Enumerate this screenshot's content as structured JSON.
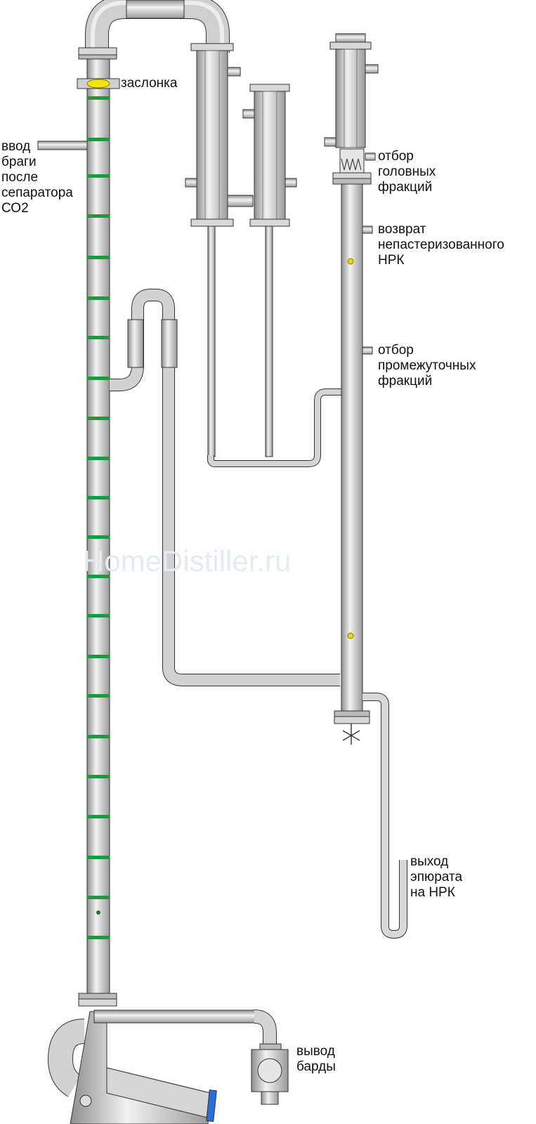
{
  "labels": {
    "damper": "заслонка",
    "mash_input": [
      "ввод",
      "браги",
      "после",
      "сепаратора",
      "СО2"
    ],
    "heads_takeoff": [
      "отбор",
      "головных",
      "фракций"
    ],
    "unpasteurized_return": [
      "возврат",
      "непастеризованного",
      "НРК"
    ],
    "intermediate_takeoff": [
      "отбор",
      "промежуточных",
      "фракций"
    ],
    "epurate_output": [
      "выход",
      "эпюрата",
      "на НРК"
    ],
    "stillage_output": [
      "вывод",
      "барды"
    ]
  },
  "watermark": "HomeDistiller.ru",
  "colors": {
    "pipe_fill": "#c9c9c9",
    "pipe_stroke": "#333333",
    "tray_green": "#1a9a3a",
    "damper_yellow": "#f5e400",
    "sensor_yellow": "#e8d800",
    "nozzle_blue": "#2a6fd6"
  }
}
